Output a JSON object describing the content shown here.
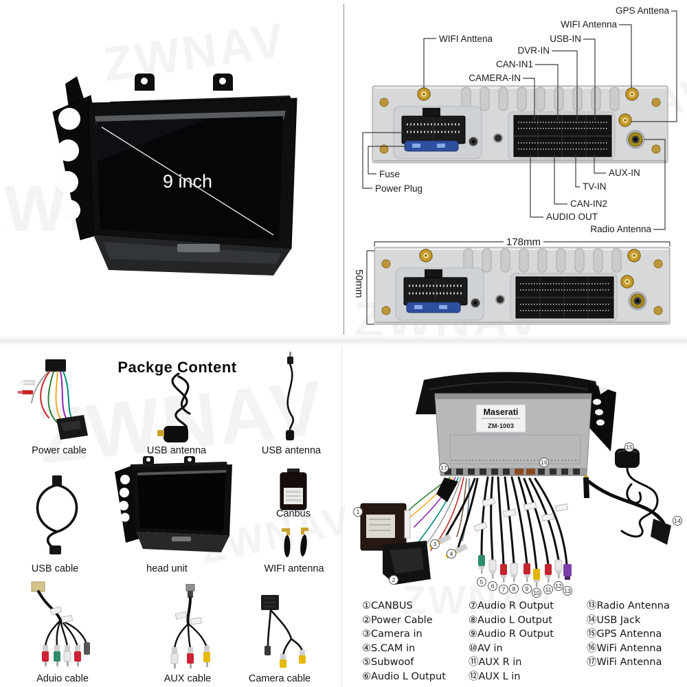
{
  "watermark": "ZWNAV",
  "front_view": {
    "size_label": "9 inch"
  },
  "rear_view": {
    "labels": {
      "wifi_left": "WIFI Anttena",
      "camera_in": "CAMERA-IN",
      "can_in1": "CAN-IN1",
      "dvr_in": "DVR-IN",
      "usb_in": "USB-IN",
      "wifi_right": "WIFI Antenna",
      "gps": "GPS Anttena",
      "fuse": "Fuse",
      "power_plug": "Power Plug",
      "audio_out": "AUDIO OUT",
      "can_in2": "CAN-IN2",
      "tv_in": "TV-IN",
      "aux_in": "AUX-IN",
      "radio_antenna": "Radio Antenna"
    },
    "dim_width": "178mm",
    "dim_height": "50mm"
  },
  "package_content": {
    "title": "Packge Content",
    "labels": [
      "Power cable",
      "USB antenna",
      "USB antenna",
      "USB cable",
      "head unit",
      "Canbus",
      "WIFI antenna",
      "Aduio cable",
      "AUX cable",
      "Camera cable"
    ]
  },
  "wiring_diagram": {
    "sticker": {
      "brand": "Maserati",
      "model": "ZM-1003"
    },
    "callouts": [
      "1",
      "2",
      "3",
      "4",
      "5",
      "6",
      "7",
      "8",
      "9",
      "10",
      "11",
      "12",
      "13",
      "14",
      "15",
      "16",
      "17"
    ],
    "legend": {
      "col1": [
        "①CANBUS",
        "②Power Cable",
        "③Camera in",
        "④S.CAM in",
        "⑤Subwoof",
        "⑥Audio L Output"
      ],
      "col2": [
        "⑦Audio R Output",
        "⑧Audio L Output",
        "⑨Audio R Output",
        "⑩AV in",
        "⑪AUX R in",
        "⑫AUX L in"
      ],
      "col3": [
        "⑬Radio Antenna",
        "⑭USB Jack",
        "⑮GPS Antenna",
        "⑯WiFi Antenna",
        "⑰WiFi Antenna"
      ]
    }
  }
}
